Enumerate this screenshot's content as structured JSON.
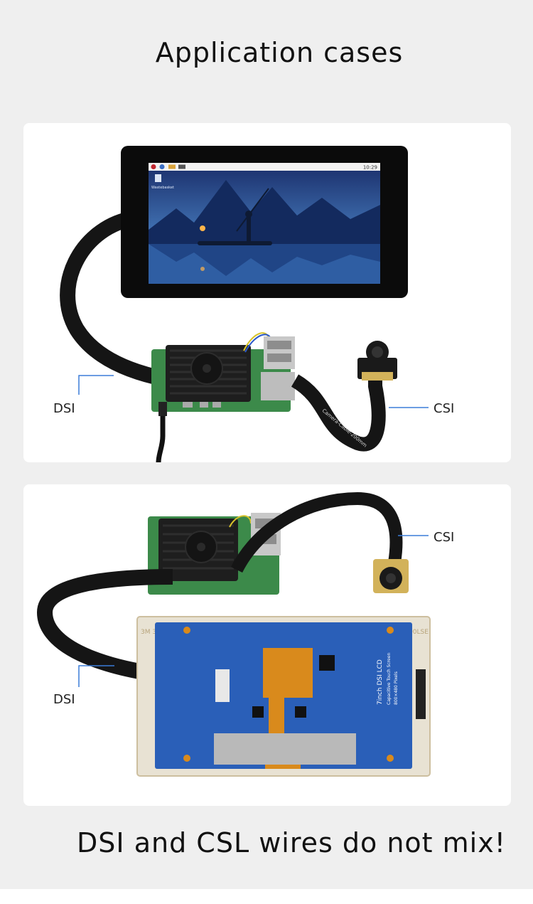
{
  "title": "Application cases",
  "panel1": {
    "callouts": {
      "dsi": "DSI",
      "csi": "CSI"
    },
    "cable_print": "Camera-Cable-200mm",
    "screen": {
      "taskbar_time": "10:29",
      "desktop_icon": "Wastebasket"
    }
  },
  "panel2": {
    "callouts": {
      "dsi": "DSI",
      "csi": "CSI"
    },
    "lcd_label_line1": "7inch DSI LCD",
    "lcd_label_line2": "Capacitive Touch Screen",
    "lcd_label_line3": "800×480 Pixels",
    "tape_text": "3M 300LSE"
  },
  "footer": "DSI and CSL wires do not mix!",
  "colors": {
    "page_bg": "#efefef",
    "panel_bg": "#ffffff",
    "board_green": "#3c8a4a",
    "heatsink": "#1e1e1e",
    "lcd_pcb_blue": "#2a5fb8",
    "fpc_orange": "#d98a1c",
    "screen_sky": "#3f6fb0"
  }
}
